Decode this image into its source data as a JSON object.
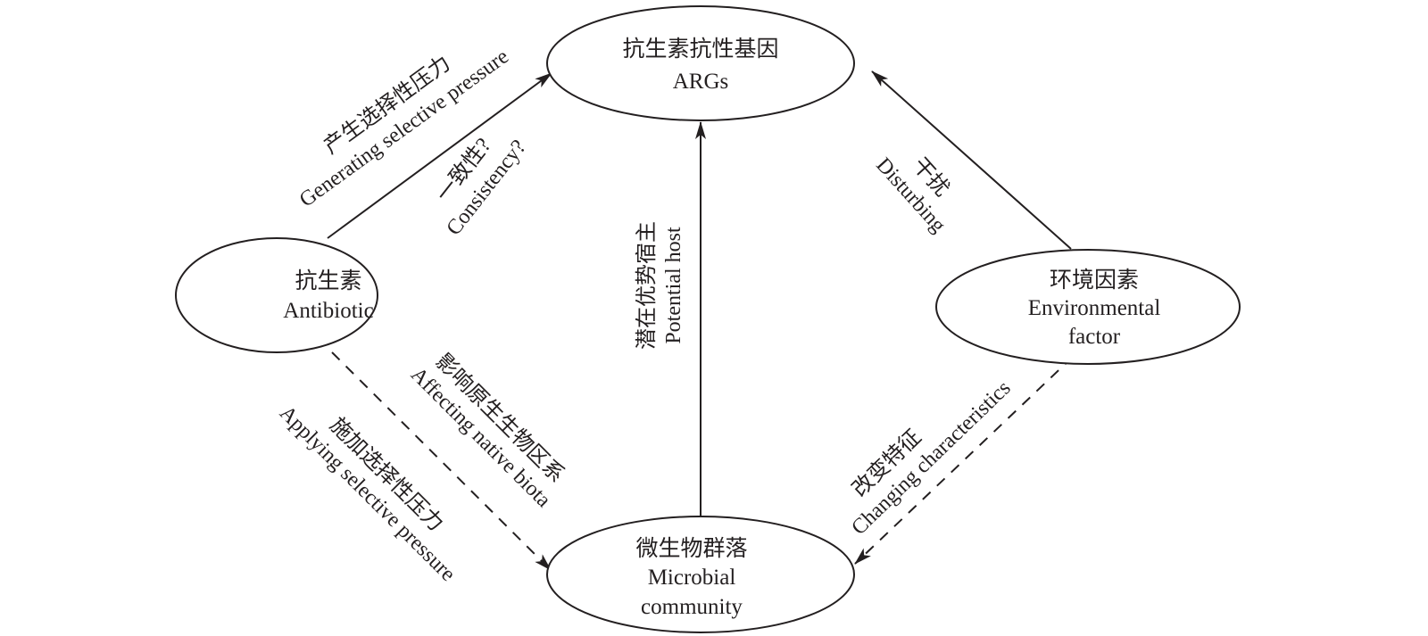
{
  "diagram": {
    "colors": {
      "stroke": "#231f20",
      "text": "#231f20",
      "background": "#ffffff"
    },
    "nodes": {
      "args": {
        "lines": [
          "抗生素抗性基因",
          "ARGs"
        ]
      },
      "antibiotic": {
        "lines": [
          "抗生素",
          "Antibiotic"
        ]
      },
      "environment": {
        "lines": [
          "环境因素",
          "Environmental",
          "factor"
        ]
      },
      "microbial": {
        "lines": [
          "微生物群落",
          "Microbial",
          "community"
        ]
      }
    },
    "edges": [
      {
        "id": "antibiotic-to-args",
        "from": "antibiotic",
        "to": "args",
        "style": "solid",
        "labels": [
          "产生选择性压力",
          "Generating selective pressure"
        ]
      },
      {
        "id": "antibiotic-to-args-consistency",
        "from": "antibiotic",
        "to": "args",
        "style": "solid",
        "labels": [
          "一致性?",
          "Consistency?"
        ]
      },
      {
        "id": "environment-to-args",
        "from": "environment",
        "to": "args",
        "style": "solid",
        "labels": [
          "干扰",
          "Disturbing"
        ]
      },
      {
        "id": "microbial-to-args",
        "from": "microbial",
        "to": "args",
        "style": "solid",
        "labels": [
          "潜在优势宿主",
          "Potential host"
        ]
      },
      {
        "id": "antibiotic-to-microbial",
        "from": "antibiotic",
        "to": "microbial",
        "style": "dashed",
        "labels": [
          "施加选择性压力",
          "Applying selective pressure"
        ]
      },
      {
        "id": "antibiotic-to-microbial-native",
        "from": "antibiotic",
        "to": "microbial",
        "style": "dashed",
        "labels": [
          "影响原生生物区系",
          "Affecting native biota"
        ]
      },
      {
        "id": "environment-to-microbial",
        "from": "environment",
        "to": "microbial",
        "style": "dashed",
        "labels": [
          "改变特征",
          "Changing characteristics"
        ]
      }
    ]
  }
}
